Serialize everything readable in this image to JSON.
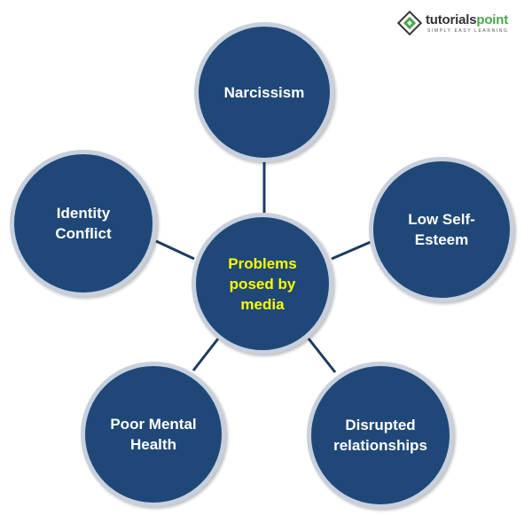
{
  "logo": {
    "brand_part1": "tutorials",
    "brand_part2": "point",
    "tagline": "SIMPLY EASY LEARNING"
  },
  "diagram": {
    "center": "Problems\nposed by\nmedia",
    "nodes": {
      "narcissism": "Narcissism",
      "low_self_esteem": "Low Self-\nEsteem",
      "identity_conflict": "Identity\nConflict",
      "poor_mental_health": "Poor Mental\nHealth",
      "disrupted_relationships": "Disrupted\nrelationships"
    }
  },
  "colors": {
    "node_fill": "#1f4878",
    "node_border": "#c7d0dc",
    "center_text": "#ffff00",
    "node_text": "#ffffff",
    "connector": "#1f3c62",
    "brand_accent": "#4aa74a"
  }
}
